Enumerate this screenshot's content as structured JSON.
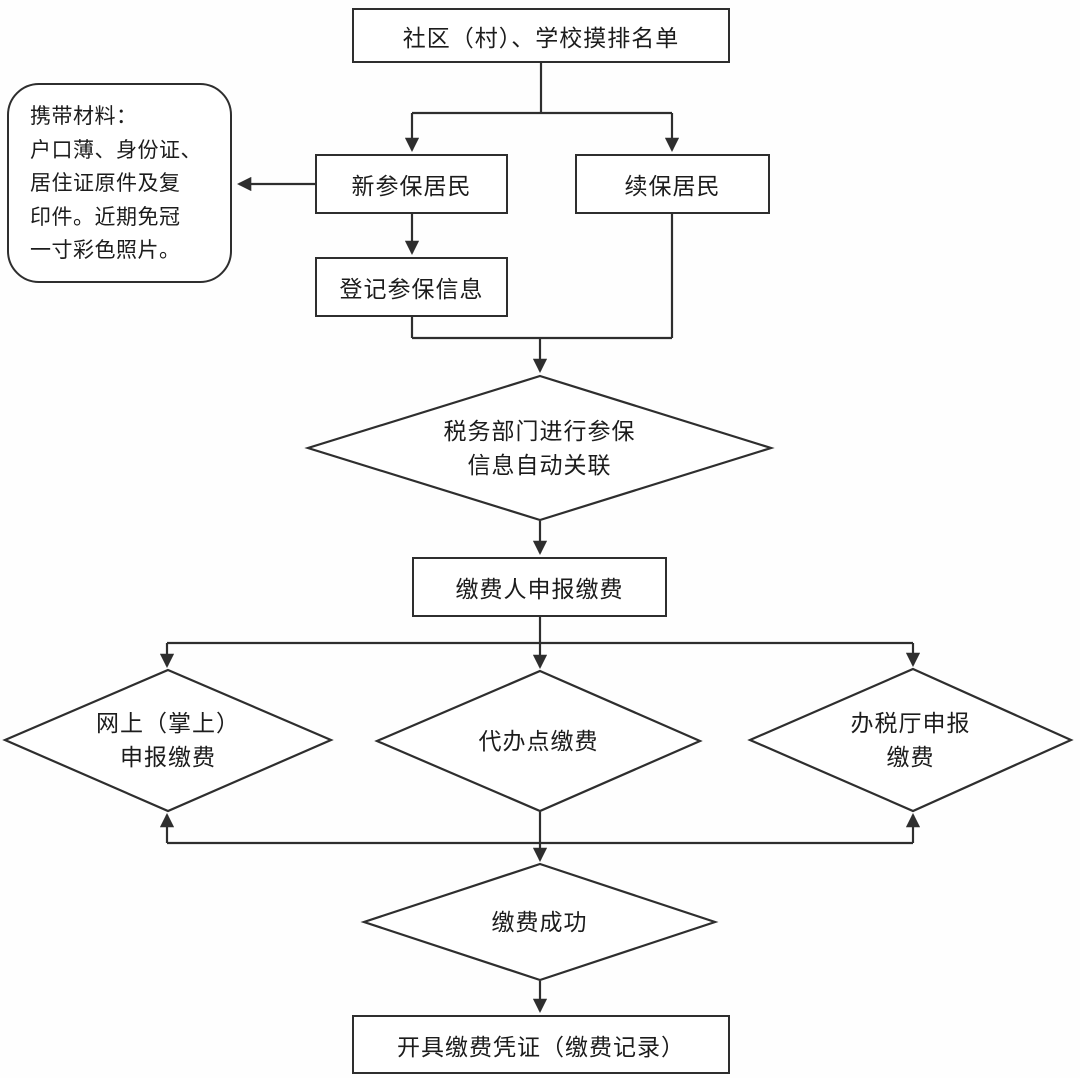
{
  "canvas": {
    "background_color": "#fefefe",
    "line_color": "#2e2e2e",
    "text_color": "#1c1c1c"
  },
  "nodes": {
    "top_box": {
      "label": "社区（村）、学校摸排名单"
    },
    "materials_note": {
      "lines": [
        "携带材料：",
        "户口薄、身份证、",
        "居住证原件及复",
        "印件。近期免冠",
        "一寸彩色照片。"
      ]
    },
    "new_resident": {
      "label": "新参保居民"
    },
    "renew_resident": {
      "label": "续保居民"
    },
    "register_info": {
      "label": "登记参保信息"
    },
    "tax_link_diamond": {
      "line1": "税务部门进行参保",
      "line2": "信息自动关联"
    },
    "declare_pay": {
      "label": "缴费人申报缴费"
    },
    "online_pay_diamond": {
      "line1": "网上（掌上）",
      "line2": "申报缴费"
    },
    "agent_pay_diamond": {
      "label": "代办点缴费"
    },
    "hall_pay_diamond": {
      "line1": "办税厅申报",
      "line2": "缴费"
    },
    "pay_success_diamond": {
      "label": "缴费成功"
    },
    "receipt_box": {
      "label": "开具缴费凭证（缴费记录）"
    }
  }
}
